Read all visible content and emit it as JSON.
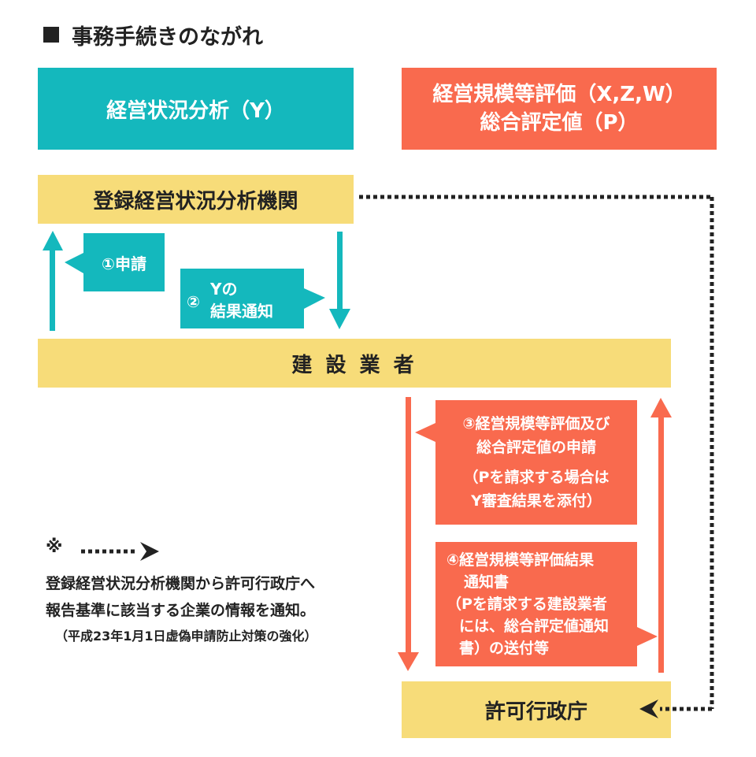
{
  "title": {
    "text": "事務手続きのながれ"
  },
  "boxes": {
    "keiei_y": "経営状況分析（Y）",
    "keiei_kibo_line1": "経営規模等評価（X,Z,W）",
    "keiei_kibo_line2": "総合評定値（P）",
    "toroku_kikan": "登録経営状況分析機関",
    "kensetsu_gyosha": "建 設 業 者",
    "kyoka_gyosei": "許可行政庁"
  },
  "callouts": {
    "shinsei": "①申請",
    "kekka_num": "②",
    "kekka_line1": "Yの",
    "kekka_line2": "結果通知",
    "step3_line1": "③経営規模等評価及び",
    "step3_line2": "総合評定値の申請",
    "step3_line3": "（Pを請求する場合は",
    "step3_line4": "Y審査結果を添付）",
    "step4_line1": "④経営規模等評価結果",
    "step4_line2": "通知書",
    "step4_line3": "（Pを請求する建設業者",
    "step4_line4": "には、総合評定値通知",
    "step4_line5": "書）の送付等"
  },
  "note": {
    "mark": "※",
    "line1": "登録経営状況分析機関から許可行政庁へ",
    "line2": "報告基準に該当する企業の情報を通知。",
    "line3": "（平成23年1月1日虚偽申請防止対策の強化）"
  },
  "colors": {
    "teal": "#14b8bd",
    "coral": "#f96a4e",
    "yellow": "#f7dc79",
    "dark": "#222222"
  }
}
